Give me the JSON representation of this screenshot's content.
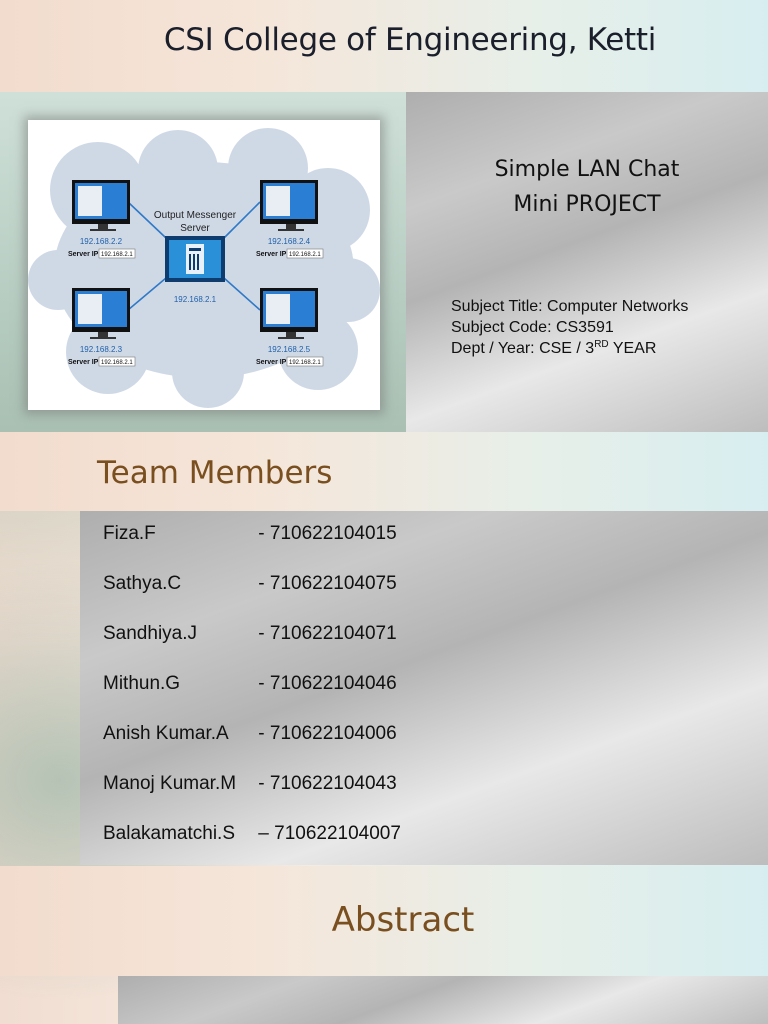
{
  "header": {
    "college": "CSI College of Engineering, Ketti"
  },
  "project": {
    "title_line1": "Simple LAN Chat",
    "title_line2": "Mini PROJECT"
  },
  "subject": {
    "title_line": "Subject Title: Computer Networks",
    "code_line": "Subject Code: CS3591",
    "dept_prefix": "Dept / Year: CSE / 3",
    "year_sup": "RD",
    "year_suffix": " YEAR"
  },
  "diagram": {
    "server_label_line1": "Output Messenger",
    "server_label_line2": "Server",
    "server_ip": "192.168.2.1",
    "clients": [
      {
        "ip": "192.168.2.2",
        "server_ip_label": "Server IP",
        "server_ip_value": "192.168.2.1"
      },
      {
        "ip": "192.168.2.4",
        "server_ip_label": "Server IP",
        "server_ip_value": "192.168.2.1"
      },
      {
        "ip": "192.168.2.3",
        "server_ip_label": "Server IP",
        "server_ip_value": "192.168.2.1"
      },
      {
        "ip": "192.168.2.5",
        "server_ip_label": "Server IP",
        "server_ip_value": "192.168.2.1"
      }
    ]
  },
  "team": {
    "heading": "Team Members",
    "members": [
      {
        "name": "Fiza.F",
        "id": " - 710622104015"
      },
      {
        "name": "Sathya.C",
        "id": " - 710622104075"
      },
      {
        "name": "Sandhiya.J",
        "id": " - 710622104071"
      },
      {
        "name": "Mithun.G",
        "id": " - 710622104046"
      },
      {
        "name": "Anish Kumar.A",
        "id": " - 710622104006"
      },
      {
        "name": "Manoj Kumar.M",
        "id": " - 710622104043"
      },
      {
        "name": "Balakamatchi.S",
        "id": " – 710622104007"
      }
    ]
  },
  "abstract": {
    "heading": "Abstract"
  }
}
